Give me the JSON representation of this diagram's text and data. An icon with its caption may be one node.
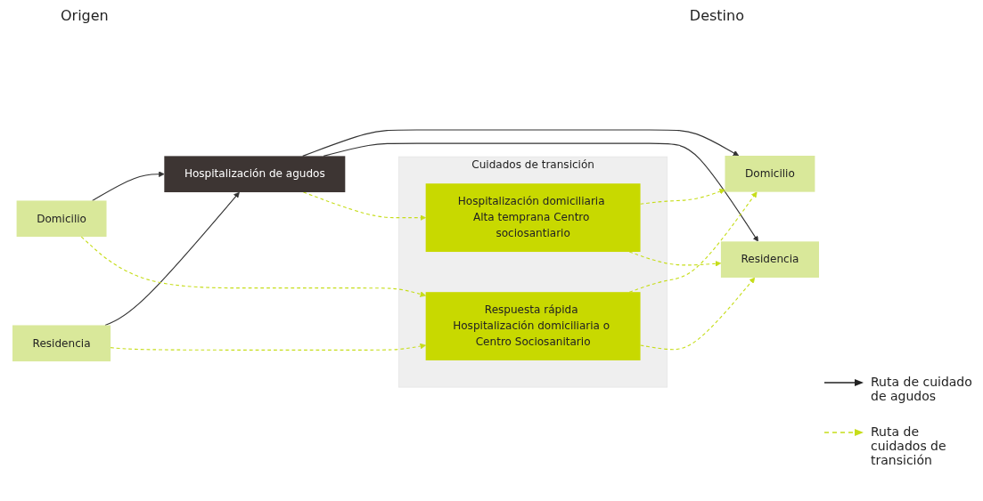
{
  "diagram": {
    "nodes": [
      {
        "text": [
          "Domicilio"
        ]
      },
      {
        "text": [
          "Residencia"
        ]
      },
      {
        "text": [
          "Hospitalización de agudos"
        ]
      },
      {
        "text": [
          "Domicilio"
        ]
      },
      {
        "text": [
          "Residencia"
        ]
      },
      {
        "text": [
          "Cuidados de transición"
        ]
      },
      {
        "text": [
          "Respuesta rápida Hospitalización domiciliaria o Centro Sociosanitario"
        ],
        "in": 5
      },
      {
        "text": [
          "Hospitalización domiciliaria Alta temprana Centro sociosantiario"
        ],
        "in": 5
      }
    ],
    "edges": [
      {
        "from": 0,
        "to": 2,
        "arrow": "to",
        "color": "#333333"
      },
      {
        "from": 1,
        "to": 2,
        "arrow": "to",
        "color": "#333333"
      },
      {
        "from": 2,
        "to": 3,
        "arrow": "to",
        "color": "#333333"
      },
      {
        "from": 2,
        "to": 4,
        "arrow": "to",
        "color": "#333333"
      },
      {
        "from": 0,
        "to": 6,
        "arrow": "to",
        "style": "dashed"
      },
      {
        "from": 1,
        "to": 6,
        "arrow": "to",
        "style": "dashed"
      },
      {
        "from": 2,
        "to": 7,
        "arrow": "to",
        "style": "dashed"
      },
      {
        "from": 6,
        "to": 3,
        "arrow": "to",
        "style": "dashed"
      },
      {
        "from": 6,
        "to": 4,
        "arrow": "to",
        "style": "dashed"
      },
      {
        "from": 7,
        "to": 3,
        "arrow": "to",
        "style": "dashed"
      },
      {
        "from": 7,
        "to": 4,
        "arrow": "to",
        "style": "dashed"
      }
    ],
    "labels": [
      "Origen",
      "Destino"
    ],
    "legend": [
      {
        "text": "Ruta de cuidado de agudos"
      },
      {
        "text": "Ruta de cuidados de transición"
      }
    ]
  }
}
